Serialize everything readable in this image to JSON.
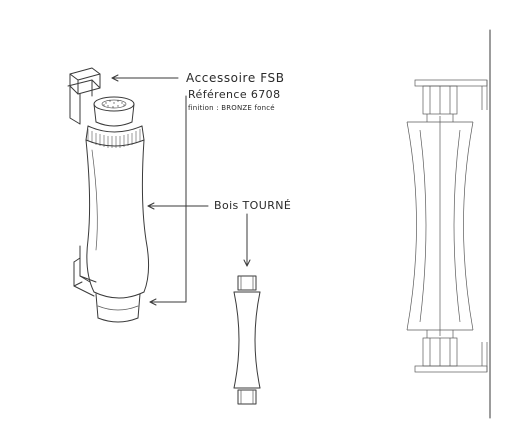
{
  "labels": {
    "accessory": "Accessoire FSB",
    "reference": "Référence 6708",
    "finish": "finition : BRONZE foncé",
    "wood": "Bois TOURNÉ"
  }
}
